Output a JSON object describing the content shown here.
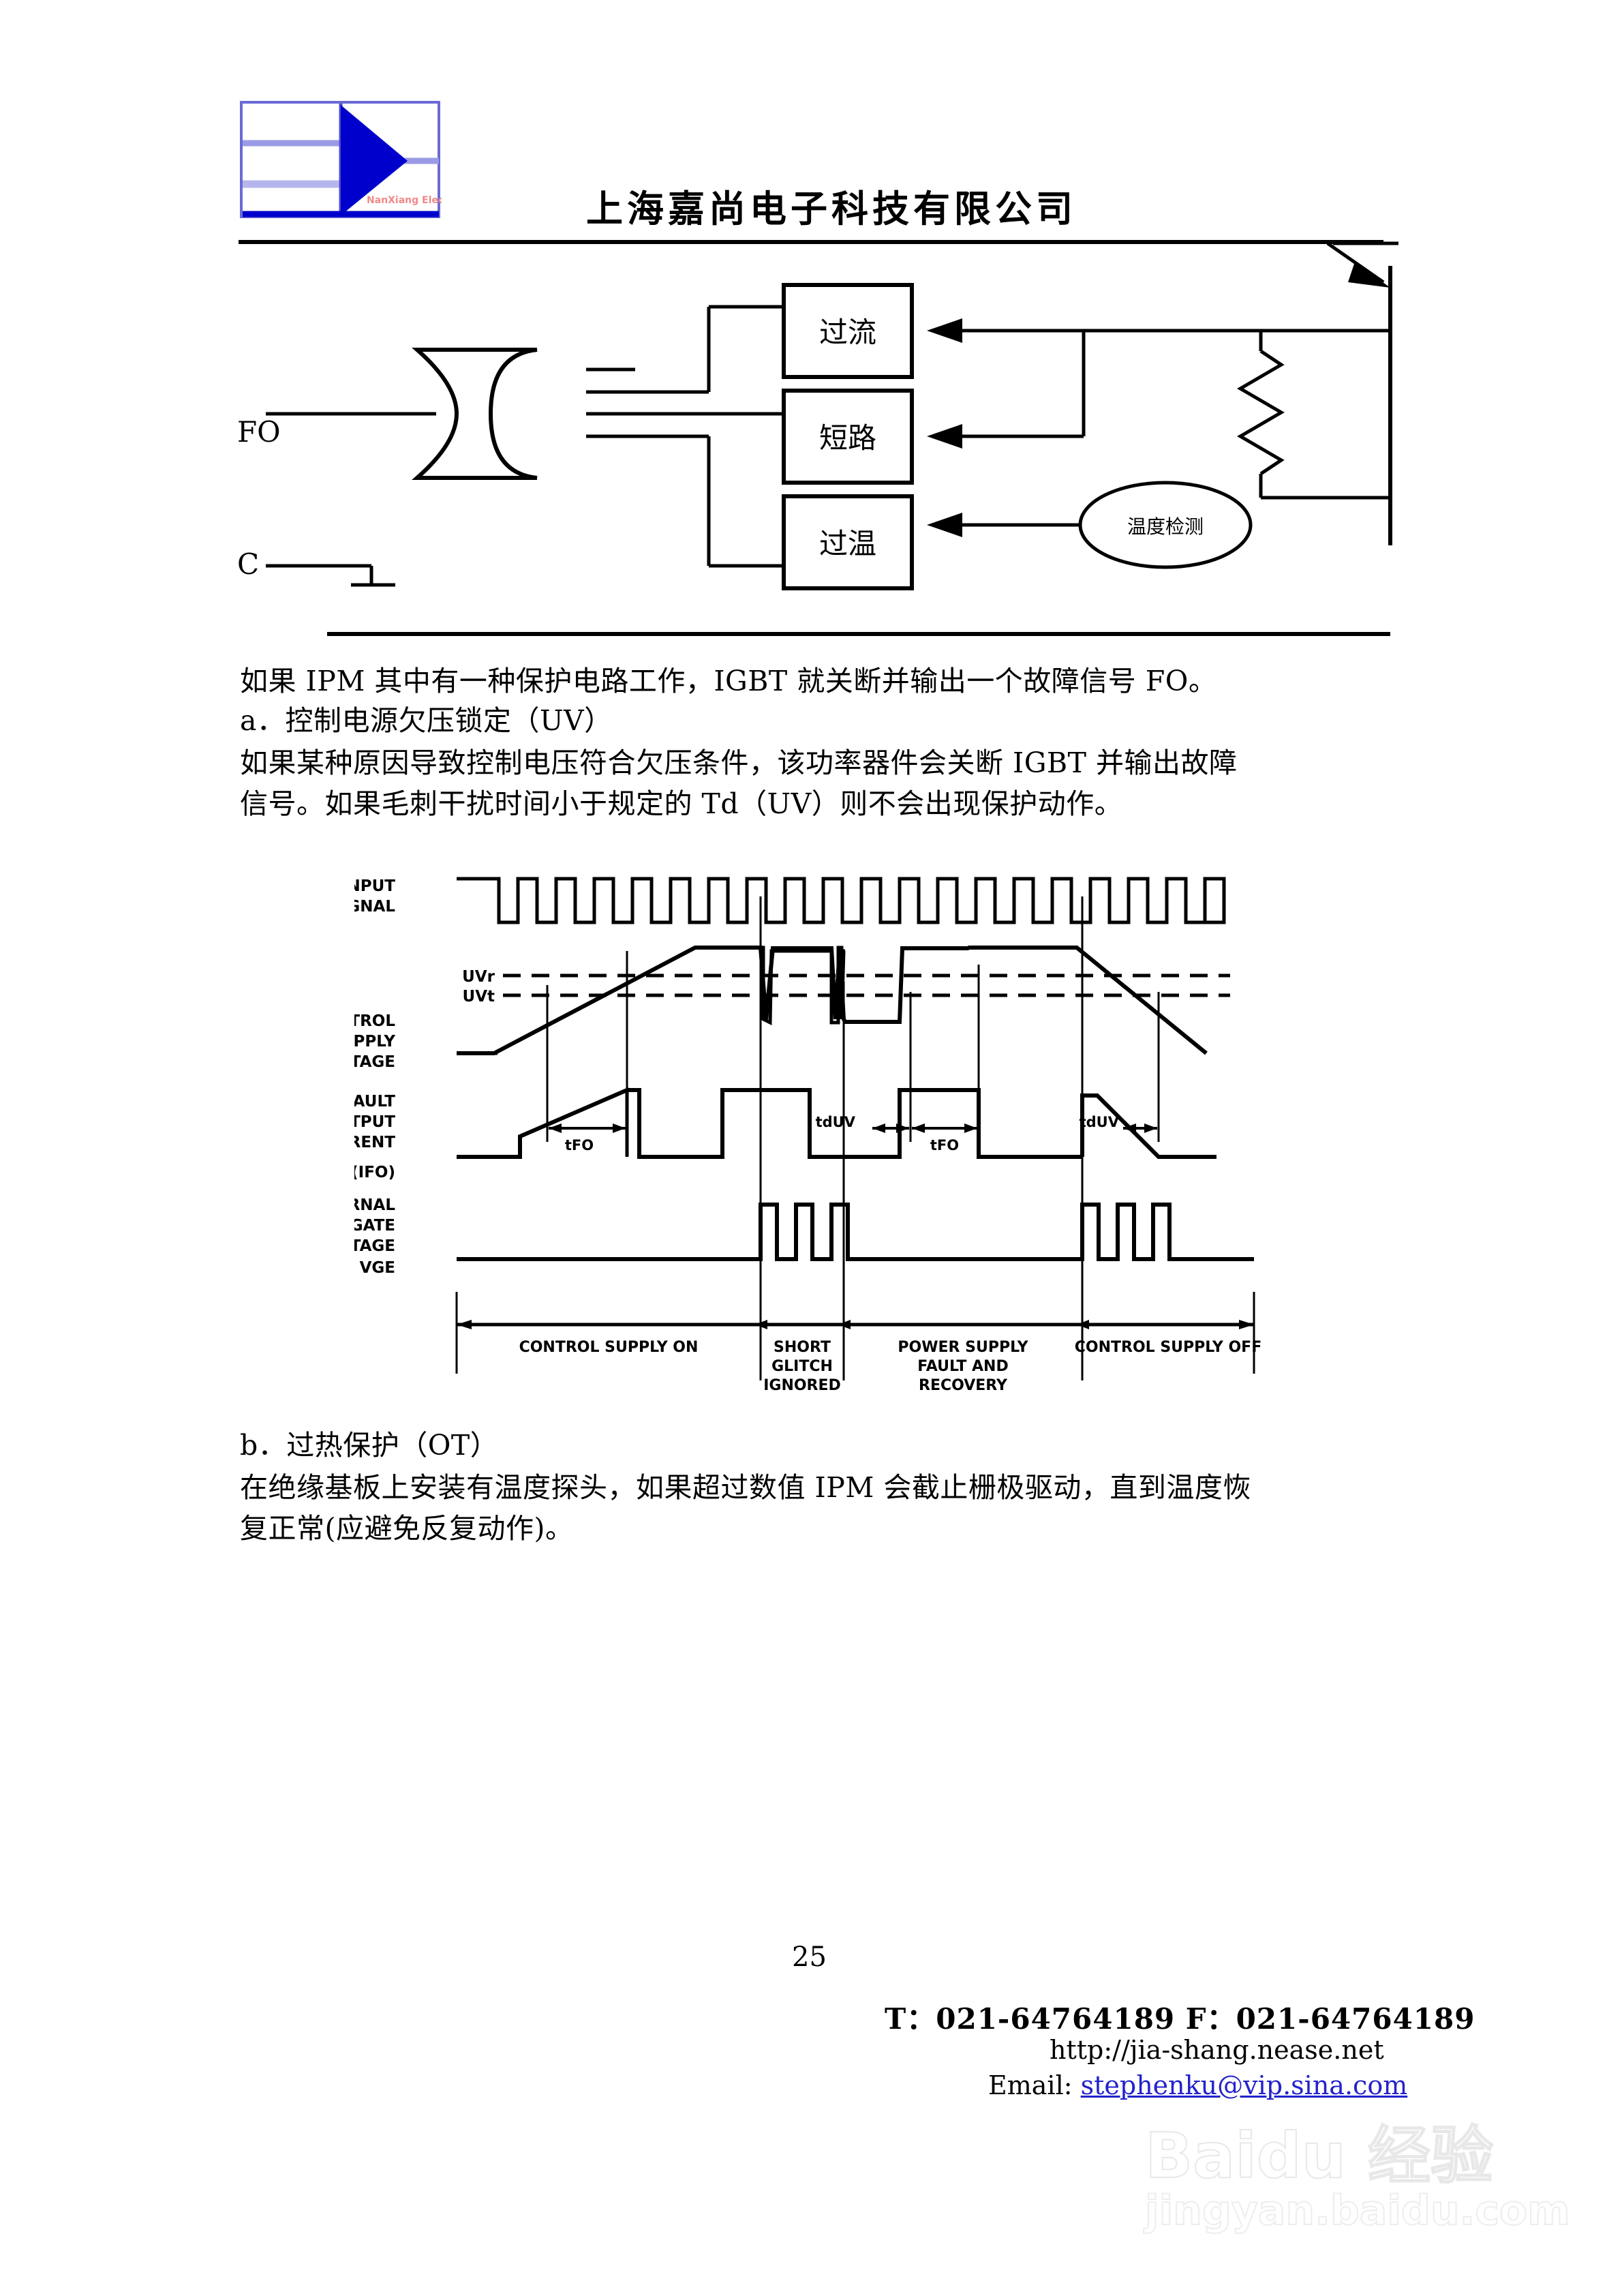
{
  "header": {
    "company_name": "上海嘉尚电子科技有限公司",
    "logo": {
      "triangle_color": "#0000CC",
      "line_color": "#8c8ce0",
      "border_color": "#6666cc",
      "tagline": "NanXiang Electronic"
    }
  },
  "block_diagram": {
    "input_label_fo": "FO",
    "input_label_c": "C",
    "boxes": [
      {
        "label": "过流"
      },
      {
        "label": "短路"
      },
      {
        "label": "过温"
      }
    ],
    "sensor_ellipse_label": "温度检测"
  },
  "paragraphs": {
    "p1_line1": "如果 IPM 其中有一种保护电路工作，IGBT 就关断并输出一个故障信号 FO。",
    "p1_line2": "a．控制电源欠压锁定（UV）",
    "p1_line3": "如果某种原因导致控制电压符合欠压条件，该功率器件会关断 IGBT 并输出故障",
    "p1_line4": "信号。如果毛刺干扰时间小于规定的 Td（UV）则不会出现保护动作。",
    "p2_line1": "b．过热保护（OT）",
    "p2_line2": "在绝缘基板上安装有温度探头，如果超过数值 IPM 会截止栅极驱动，直到温度恢",
    "p2_line3": "复正常(应避免反复动作)。"
  },
  "timing_diagram": {
    "row_labels": {
      "input_signal": [
        "INPUT",
        "SIGNAL"
      ],
      "control_supply_voltage": [
        "CONTROL",
        "SUPPLY",
        "VOLTAGE"
      ],
      "fault_output_current": [
        "FAULT",
        "OUTPUT",
        "CURRENT"
      ],
      "fault_output_current_sub": "(IFO)",
      "internal_gate_voltage": [
        "INTERNAL",
        "GATE",
        "VOLTAGE"
      ],
      "internal_gate_voltage_sub": "VGE"
    },
    "threshold_labels": {
      "uv_reset": "UVr",
      "uv_trip": "UVt"
    },
    "interval_labels": [
      "tFO",
      "tdUV",
      "tFO",
      "tdUV"
    ],
    "phase_labels": [
      {
        "lines": [
          "CONTROL SUPPLY ON"
        ]
      },
      {
        "lines": [
          "SHORT",
          "GLITCH",
          "IGNORED"
        ]
      },
      {
        "lines": [
          "POWER SUPPLY",
          "FAULT AND",
          "RECOVERY"
        ]
      },
      {
        "lines": [
          "CONTROL SUPPLY OFF"
        ]
      }
    ]
  },
  "footer": {
    "page_number": "25",
    "phone_fax": "T：021-64764189     F：021-64764189",
    "website": "http://jia-shang.nease.net",
    "email_prefix": "Email: ",
    "email": "stephenku@vip.sina.com"
  },
  "watermark": {
    "main": "Baidu 经验",
    "sub": "jingyan.baidu.com"
  }
}
